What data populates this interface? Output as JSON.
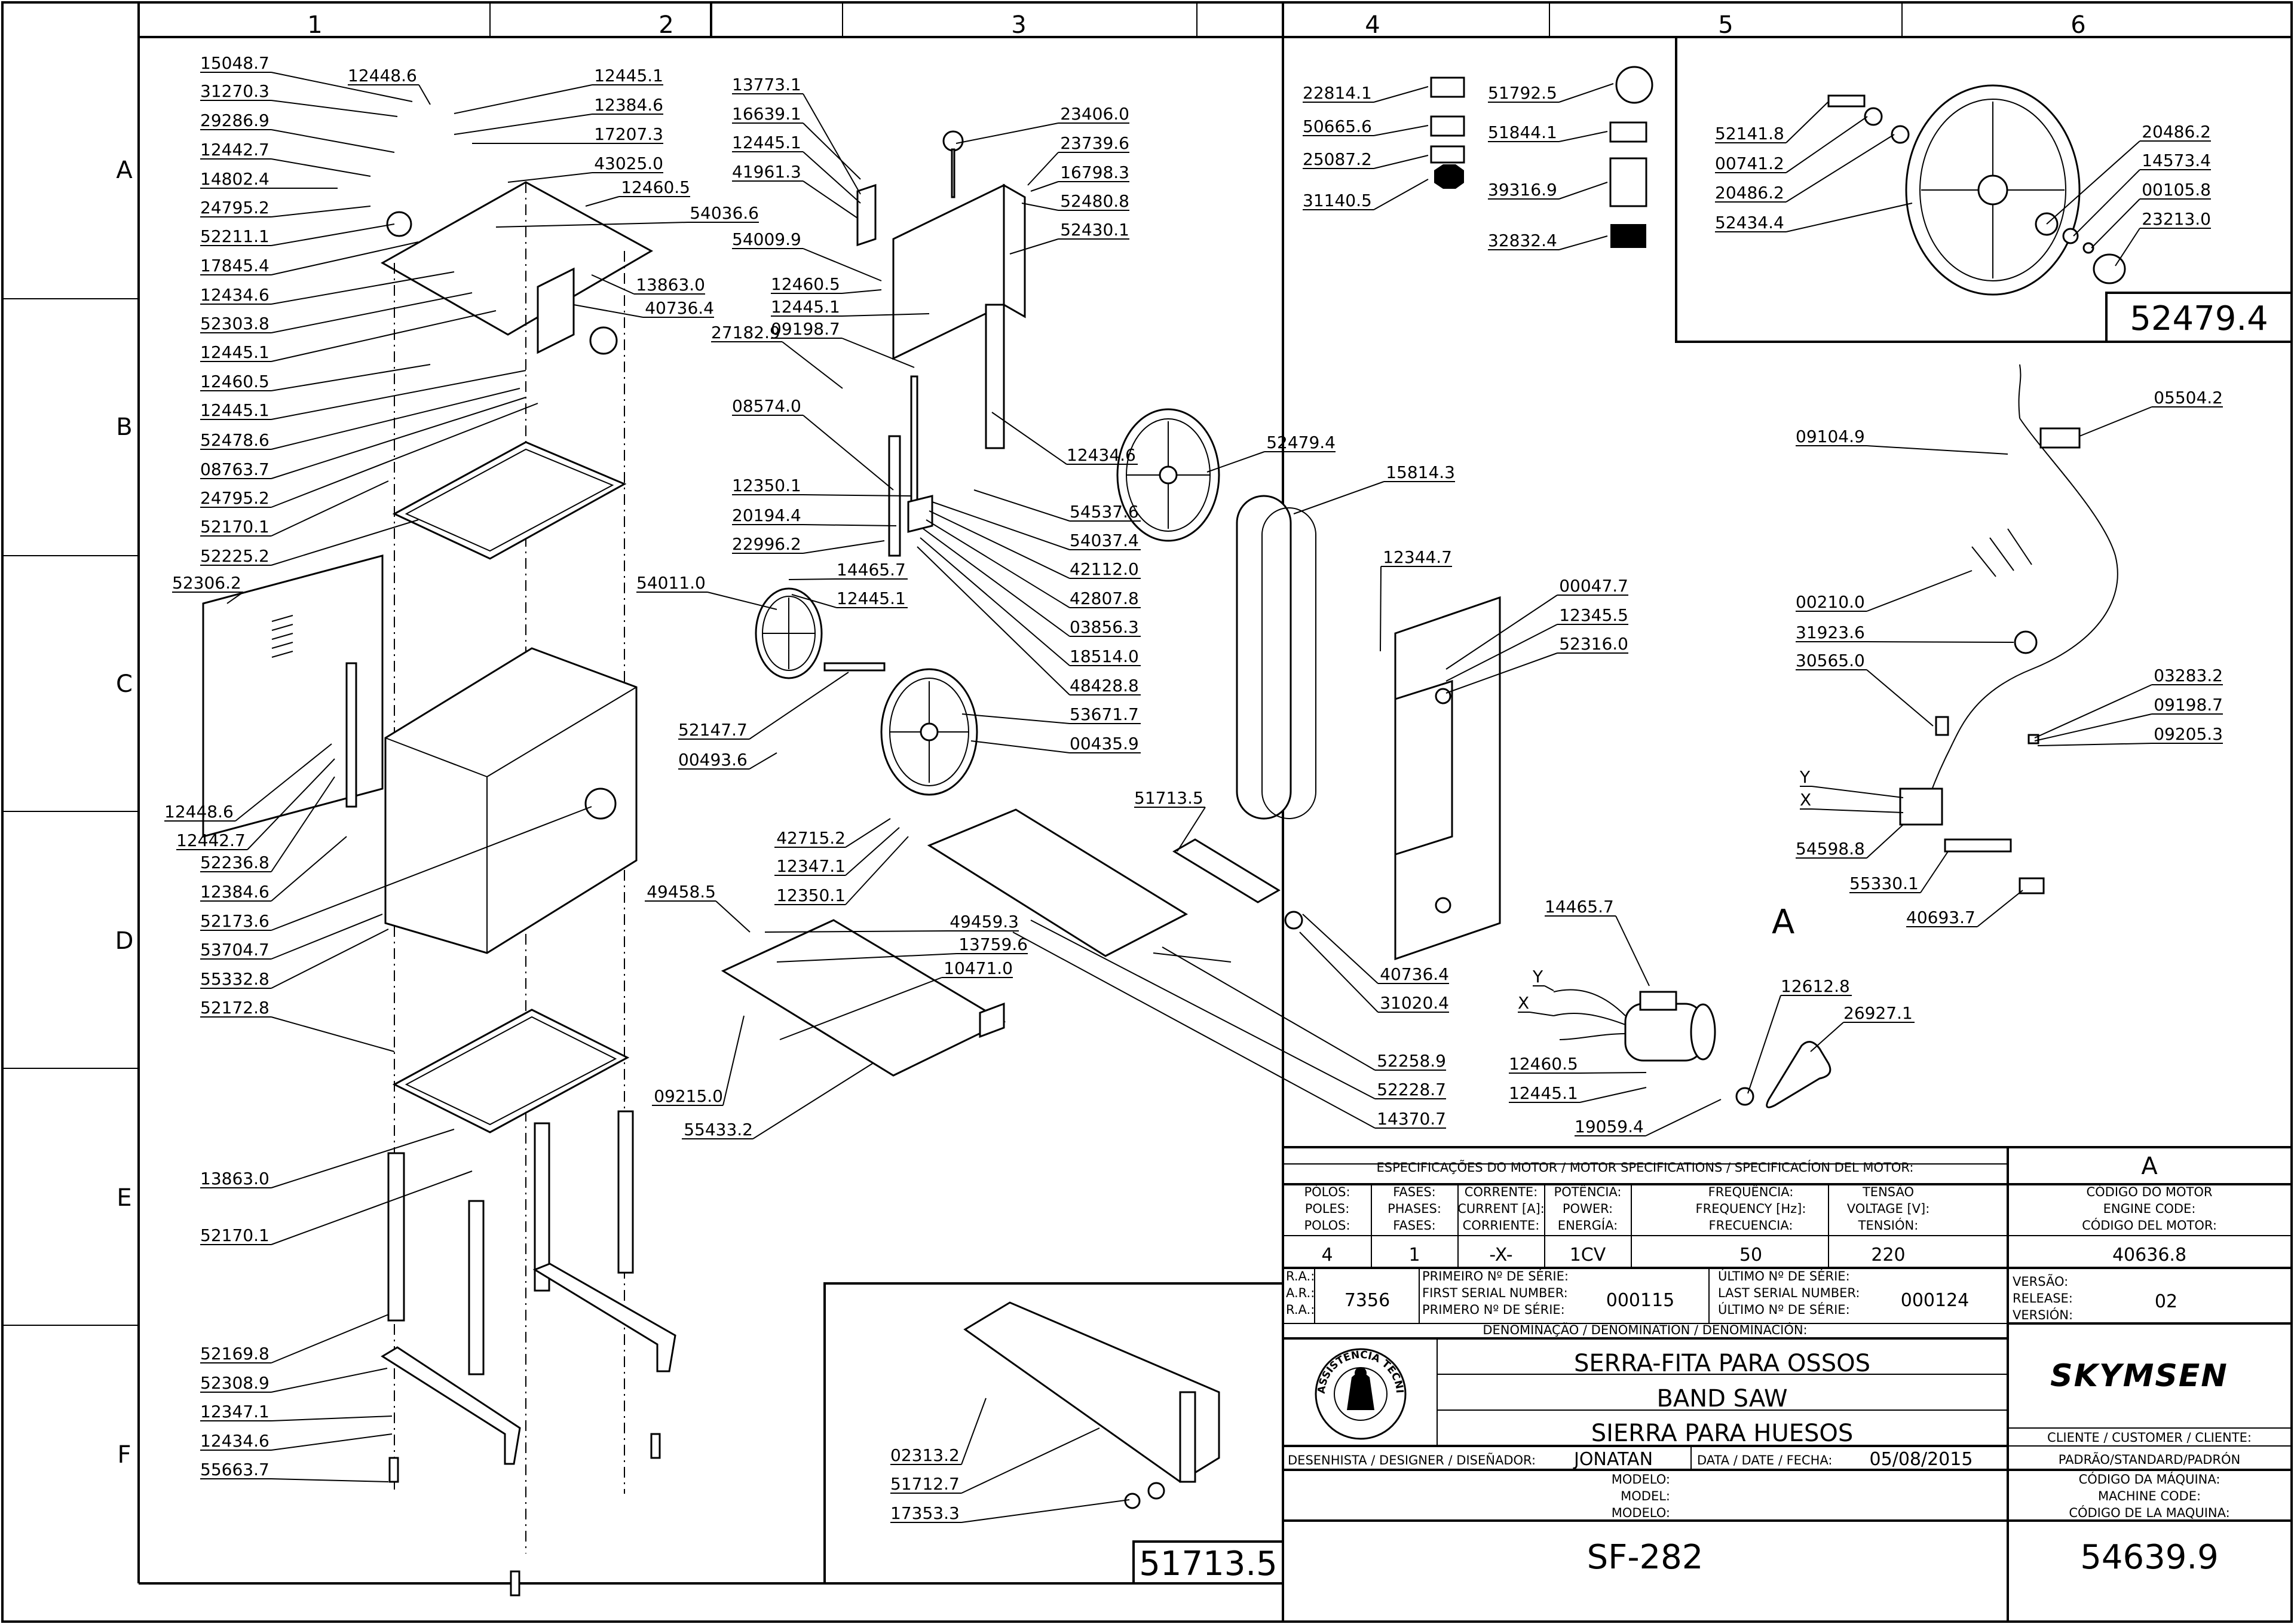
{
  "zones": {
    "columns": [
      "1",
      "2",
      "3",
      "4",
      "5",
      "6"
    ],
    "rows": [
      "A",
      "B",
      "C",
      "D",
      "E",
      "F"
    ]
  },
  "callouts": {
    "c1": [
      "15048.7",
      "31270.3",
      "29286.9",
      "12442.7",
      "14802.4",
      "24795.2",
      "52211.1",
      "17845.4",
      "12434.6",
      "52303.8",
      "12445.1",
      "12460.5",
      "12445.1",
      "52478.6",
      "08763.7",
      "24795.2",
      "52170.1",
      "52225.2"
    ],
    "c1b": [
      "52306.2",
      "12448.6",
      "12442.7",
      "52236.8",
      "12384.6",
      "52173.6",
      "53704.7",
      "55332.8",
      "52172.8",
      "13863.0",
      "52170.1",
      "52169.8",
      "52308.9",
      "12347.1",
      "12434.6",
      "55663.7"
    ],
    "c1r": [
      "12448.6",
      "12445.1",
      "12384.6",
      "17207.3",
      "43025.0",
      "12460.5",
      "54036.6",
      "13863.0",
      "40736.4"
    ],
    "c3l": [
      "13773.1",
      "16639.1",
      "12445.1",
      "41961.3",
      "54009.9",
      "12460.5",
      "12445.1",
      "09198.7",
      "27182.9",
      "08574.0",
      "12350.1",
      "20194.4",
      "22996.2",
      "14465.7",
      "12445.1",
      "54011.0",
      "52147.7",
      "00493.6"
    ],
    "c3r": [
      "23406.0",
      "23739.6",
      "16798.3",
      "52480.8",
      "52430.1",
      "12434.6",
      "54537.6",
      "54037.4",
      "42112.0",
      "42807.8",
      "03856.3",
      "18514.0",
      "48428.8",
      "53671.7",
      "00435.9"
    ],
    "c3t": [
      "42715.2",
      "12347.1",
      "12350.1",
      "49458.5",
      "49459.3",
      "13759.6",
      "10471.0",
      "09215.0",
      "55433.2"
    ],
    "c4": [
      "52479.4",
      "15814.3",
      "12344.7",
      "00047.7",
      "12345.5",
      "52316.0",
      "51713.5",
      "40736.4",
      "31020.4",
      "52258.9",
      "52228.7",
      "14370.7"
    ],
    "c4top": [
      "22814.1",
      "50665.6",
      "25087.2",
      "31140.5",
      "51792.5",
      "51844.1",
      "39316.9",
      "32832.4"
    ],
    "c6top": [
      "52141.8",
      "00741.2",
      "20486.2",
      "52434.4",
      "20486.2",
      "14573.4",
      "00105.8",
      "23213.0"
    ],
    "c6mid": [
      "05504.2",
      "09104.9",
      "00210.0",
      "31923.6",
      "30565.0",
      "03283.2",
      "09198.7",
      "09205.3",
      "Y",
      "X",
      "54598.8",
      "55330.1",
      "40693.7"
    ],
    "c5motor": [
      "14465.7",
      "12612.8",
      "26927.1",
      "12460.5",
      "12445.1",
      "19059.4",
      "Y",
      "X",
      "A"
    ],
    "inset": [
      "02313.2",
      "51712.7",
      "17353.3"
    ]
  },
  "boxes": {
    "top_right_code": "52479.4",
    "inset_code": "51713.5"
  },
  "motor_specs": {
    "header": "ESPECIFICAÇÕES DO MOTOR / MOTOR SPECIFICATIONS / SPECIFICACÍON DEL MOTOR:",
    "variant": "A",
    "columns": [
      {
        "label": [
          "PÓLOS:",
          "POLES:",
          "POLOS:"
        ],
        "value": "4"
      },
      {
        "label": [
          "FASES:",
          "PHASES:",
          "FASES:"
        ],
        "value": "1"
      },
      {
        "label": [
          "CORRENTE:",
          "CURRENT [A]:",
          "CORRIENTE:"
        ],
        "value": "-X-"
      },
      {
        "label": [
          "POTÊNCIA:",
          "POWER:",
          "ENERGÍA:"
        ],
        "value": "1CV"
      },
      {
        "label": [
          "FREQUÊNCIA:",
          "FREQUENCY [Hz]:",
          "FRECUENCIA:"
        ],
        "value": "50"
      },
      {
        "label": [
          "TENSÃO",
          "VOLTAGE [V]:",
          "TENSIÓN:"
        ],
        "value": "220"
      },
      {
        "label": [
          "CÓDIGO DO MOTOR",
          "ENGINE CODE:",
          "CÓDIGO DEL MOTOR:"
        ],
        "value": "40636.8"
      }
    ]
  },
  "title_block": {
    "ra_labels": [
      "R.A.:",
      "A.R.:",
      "R.A.:"
    ],
    "ra_value": "7356",
    "first_serial_labels": [
      "PRIMEIRO Nº DE SÉRIE:",
      "FIRST SERIAL NUMBER:",
      "PRIMERO Nº DE SÉRIE:"
    ],
    "first_serial": "000115",
    "last_serial_labels": [
      "ÚLTIMO Nº DE SÉRIE:",
      "LAST SERIAL NUMBER:",
      "ÚLTIMO Nº DE SÉRIE:"
    ],
    "last_serial": "000124",
    "version_labels": [
      "VERSÃO:",
      "RELEASE:",
      "VERSIÓN:"
    ],
    "version": "02",
    "denomination_label": "DENOMINAÇÃO / DENOMINATION / DENOMINACIÓN:",
    "names": [
      "SERRA-FITA PARA OSSOS",
      "BAND SAW",
      "SIERRA PARA HUESOS"
    ],
    "stamp_text": "ASSISTÊNCIA TÉCNICA AUTORIZADA",
    "logo_text": "SKYMSEN",
    "client_label": "CLIENTE / CUSTOMER / CLIENTE:",
    "client": "PADRÃO/STANDARD/PADRÓN",
    "designer_label": "DESENHISTA / DESIGNER / DISEÑADOR:",
    "designer": "JONATAN",
    "date_label": "DATA / DATE / FECHA:",
    "date": "05/08/2015",
    "machine_code_labels": [
      "CÓDIGO DA MÁQUINA:",
      "MACHINE CODE:",
      "CÓDIGO DE LA MAQUINA:"
    ],
    "model_labels": [
      "MODELO:",
      "MODEL:",
      "MODELO:"
    ],
    "model": "SF-282",
    "machine_code": "54639.9"
  }
}
